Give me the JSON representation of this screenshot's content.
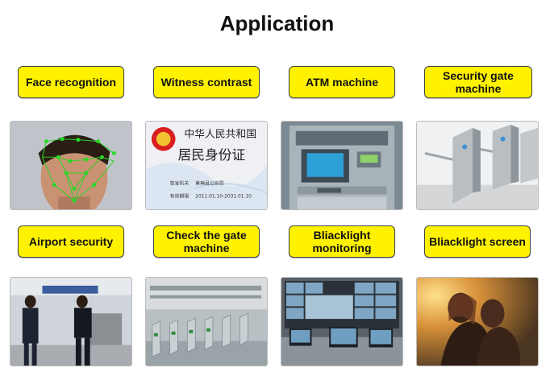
{
  "title": "Application",
  "items": [
    {
      "label": "Face recognition",
      "image": "face-recognition-photo"
    },
    {
      "label": "Witness contrast",
      "image": "id-card-photo",
      "card_lines": [
        "中华人民共和国",
        "居民身份证",
        "签发机关",
        "黄梅县公安局",
        "有效期限",
        "2011.01.10-2031.01.10"
      ]
    },
    {
      "label": "ATM machine",
      "image": "atm-machine-photo"
    },
    {
      "label": "Security gate machine",
      "image": "security-gate-photo"
    },
    {
      "label": "Airport security",
      "image": "airport-security-photo"
    },
    {
      "label": "Check the gate machine",
      "image": "gate-check-photo"
    },
    {
      "label": "Bliacklight monitoring",
      "image": "monitoring-wall-photo"
    },
    {
      "label": "Bliacklight screen",
      "image": "backlight-couple-photo"
    }
  ],
  "colors": {
    "label_bg": "#fff200",
    "title": "#111111"
  }
}
